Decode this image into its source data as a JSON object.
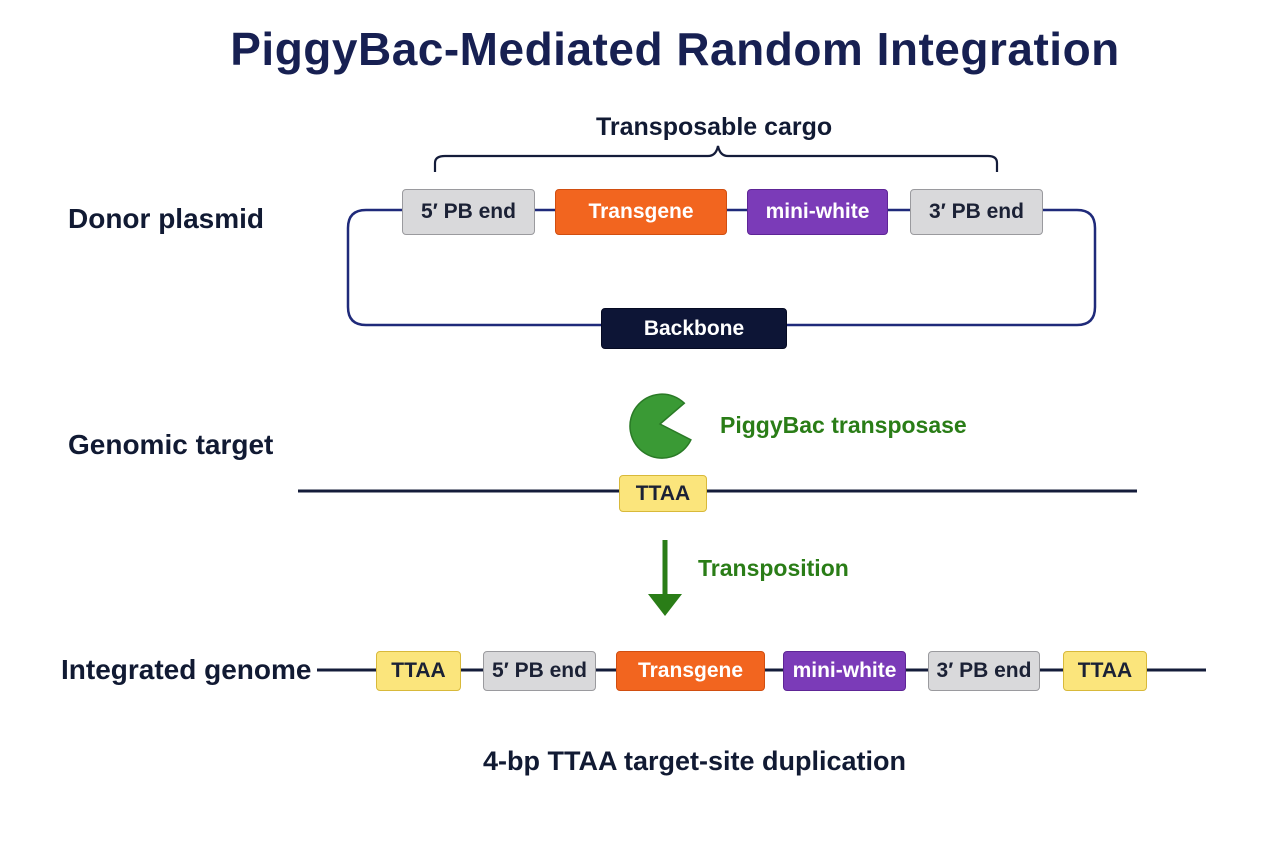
{
  "title": "PiggyBac-Mediated Random Integration",
  "rows": {
    "donor": "Donor plasmid",
    "genomic": "Genomic target",
    "integrated": "Integrated genome"
  },
  "cargo_label": "Transposable cargo",
  "donor_boxes": {
    "pb5": "5′ PB end",
    "transgene": "Transgene",
    "miniwhite": "mini-white",
    "pb3": "3′ PB end",
    "backbone": "Backbone"
  },
  "transposase_label": "PiggyBac transposase",
  "target_site": "TTAA",
  "transposition_label": "Transposition",
  "integrated_boxes": {
    "ttaa_left": "TTAA",
    "pb5": "5′ PB end",
    "transgene": "Transgene",
    "miniwhite": "mini-white",
    "pb3": "3′ PB end",
    "ttaa_right": "TTAA"
  },
  "footer": "4-bp TTAA target-site duplication",
  "colors": {
    "navy": "#172052",
    "pb_end": "#d9d9db",
    "transgene": "#f2651f",
    "mini_white": "#7b3bb8",
    "backbone": "#0d1536",
    "ttaa": "#fbe57c",
    "transposase": "#3a9a35"
  }
}
